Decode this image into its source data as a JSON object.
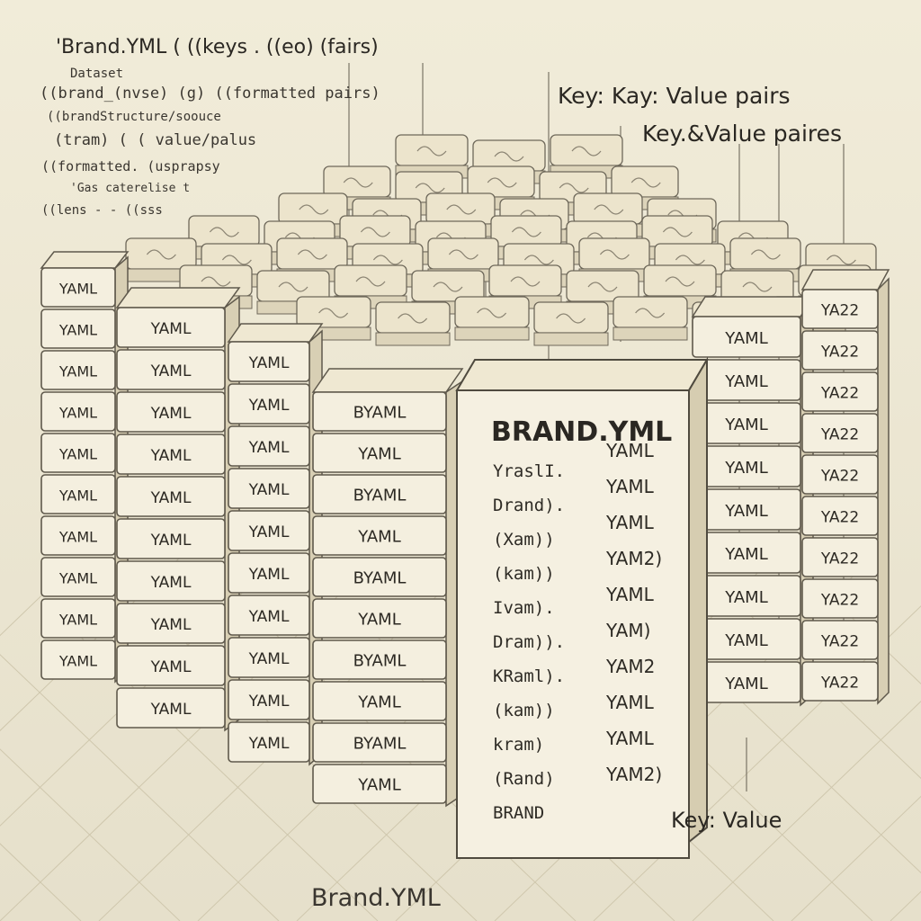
{
  "header_notes": {
    "title_line": "'Brand.YML  (  ((keys . ((eo) (fairs)",
    "lines": [
      "Dataset",
      "((brand_(nvse) (g) ((formatted pairs)",
      "((brandStructure/soouce",
      "(tram) ( ( value/palus",
      "((formatted. (usprapsy",
      "'Gas caterelise t",
      "((lens - - ((sss"
    ]
  },
  "callouts": {
    "top_right_1": "Key: Kay: Value pairs",
    "top_right_2": "Key.&Value paires",
    "bottom_right": "Key: Value",
    "bottom_center": "Brand.YML"
  },
  "block_labels": {
    "yaml": "YAML",
    "byaml": "BYAML",
    "yaml2": "YA22",
    "brand_yml": "BRAND.YML"
  },
  "front_block": {
    "title": "BRAND.YML",
    "left_column": [
      "YraslI.",
      "Drand).",
      "(Xam))",
      "(kam))",
      "Ivam).",
      "Dram)).",
      "KRaml).",
      "(kam))",
      "kram)",
      "(Rand)",
      "BRAND"
    ],
    "right_column": [
      "YAML",
      "YAML",
      "YAML",
      "YAM2)",
      "YAML",
      "YAM)",
      "YAM2",
      "YAML",
      "YAML",
      "YAM2)"
    ]
  }
}
